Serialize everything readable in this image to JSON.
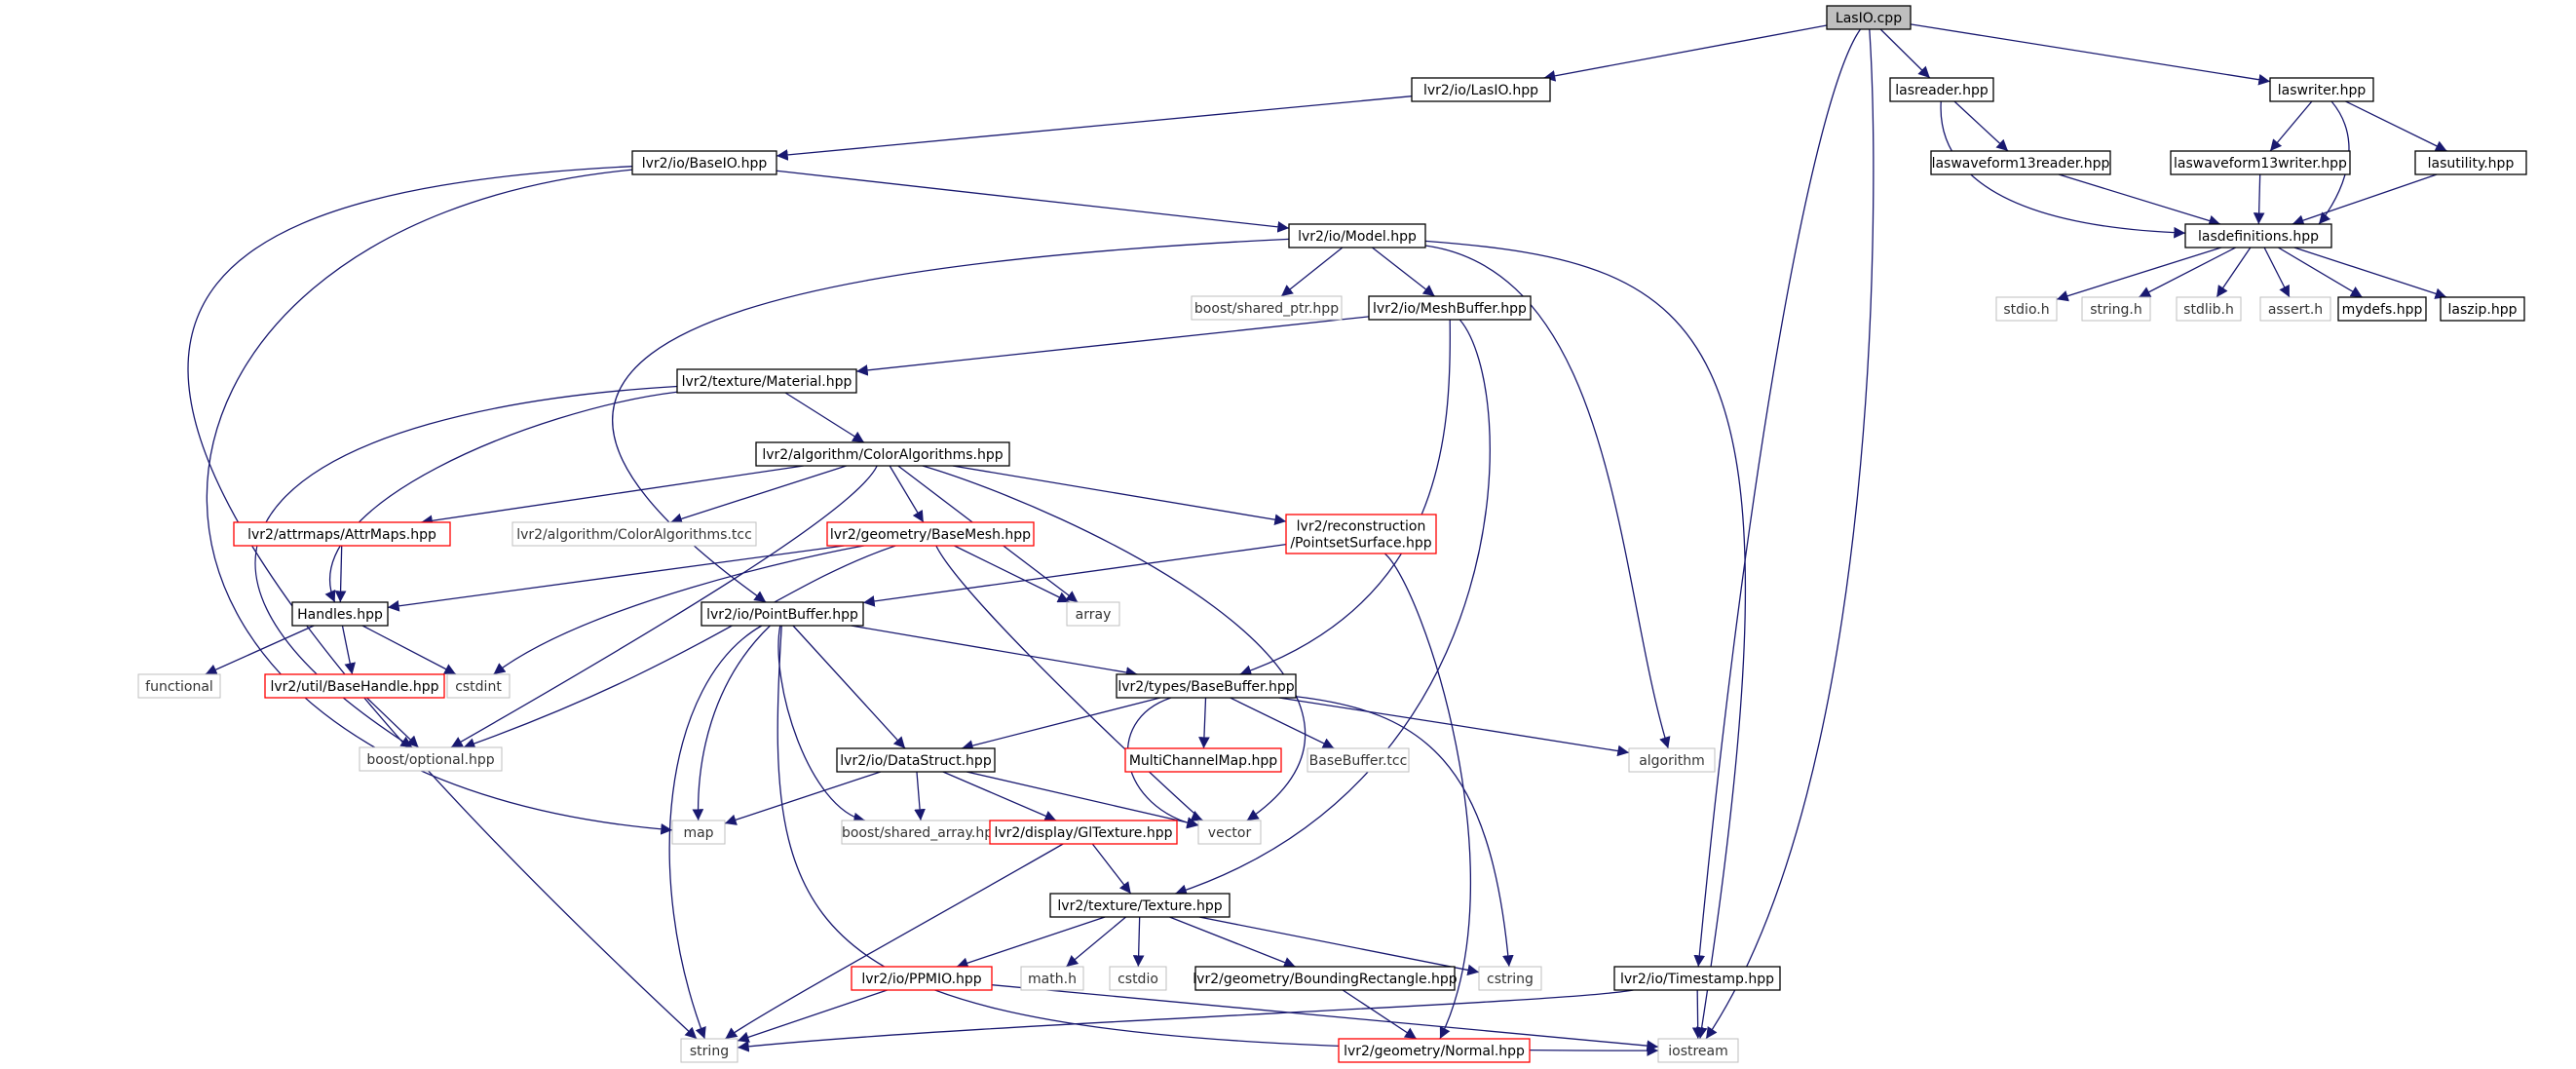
{
  "colors": {
    "edge": "#191970",
    "root_fill": "#bfbfbf",
    "normal_stroke": "#000000",
    "missing_stroke": "#bfbfbf",
    "undocumented_stroke": "#ff0000",
    "background": "#ffffff"
  },
  "nodes": [
    {
      "id": "lasio_cpp",
      "label": "LasIO.cpp",
      "style": "root"
    },
    {
      "id": "lasio_hpp",
      "label": "lvr2/io/LasIO.hpp",
      "style": "normal"
    },
    {
      "id": "lasreader",
      "label": "lasreader.hpp",
      "style": "normal"
    },
    {
      "id": "laswriter",
      "label": "laswriter.hpp",
      "style": "normal"
    },
    {
      "id": "lasw13r",
      "label": "laswaveform13reader.hpp",
      "style": "normal"
    },
    {
      "id": "lasw13w",
      "label": "laswaveform13writer.hpp",
      "style": "normal"
    },
    {
      "id": "lasutility",
      "label": "lasutility.hpp",
      "style": "normal"
    },
    {
      "id": "lasdefs",
      "label": "lasdefinitions.hpp",
      "style": "normal"
    },
    {
      "id": "stdio_h",
      "label": "stdio.h",
      "style": "missing"
    },
    {
      "id": "string_h",
      "label": "string.h",
      "style": "missing"
    },
    {
      "id": "stdlib_h",
      "label": "stdlib.h",
      "style": "missing"
    },
    {
      "id": "assert_h",
      "label": "assert.h",
      "style": "missing"
    },
    {
      "id": "mydefs",
      "label": "mydefs.hpp",
      "style": "normal"
    },
    {
      "id": "laszip",
      "label": "laszip.hpp",
      "style": "normal"
    },
    {
      "id": "baseio",
      "label": "lvr2/io/BaseIO.hpp",
      "style": "normal"
    },
    {
      "id": "model",
      "label": "lvr2/io/Model.hpp",
      "style": "normal"
    },
    {
      "id": "shared_ptr",
      "label": "boost/shared_ptr.hpp",
      "style": "missing"
    },
    {
      "id": "meshbuffer",
      "label": "lvr2/io/MeshBuffer.hpp",
      "style": "normal"
    },
    {
      "id": "material",
      "label": "lvr2/texture/Material.hpp",
      "style": "normal"
    },
    {
      "id": "coloralg",
      "label": "lvr2/algorithm/ColorAlgorithms.hpp",
      "style": "normal"
    },
    {
      "id": "attrmaps",
      "label": "lvr2/attrmaps/AttrMaps.hpp",
      "style": "undocumented"
    },
    {
      "id": "coloralg_tcc",
      "label": "lvr2/algorithm/ColorAlgorithms.tcc",
      "style": "missing"
    },
    {
      "id": "basemesh",
      "label": "lvr2/geometry/BaseMesh.hpp",
      "style": "undocumented"
    },
    {
      "id": "pointset",
      "label": "lvr2/reconstruction\n/PointsetSurface.hpp",
      "style": "undocumented"
    },
    {
      "id": "handles",
      "label": "Handles.hpp",
      "style": "normal"
    },
    {
      "id": "pointbuffer",
      "label": "lvr2/io/PointBuffer.hpp",
      "style": "normal"
    },
    {
      "id": "array",
      "label": "array",
      "style": "missing"
    },
    {
      "id": "functional",
      "label": "functional",
      "style": "missing"
    },
    {
      "id": "basehandle",
      "label": "lvr2/util/BaseHandle.hpp",
      "style": "undocumented"
    },
    {
      "id": "cstdint",
      "label": "cstdint",
      "style": "missing"
    },
    {
      "id": "basebuffer",
      "label": "lvr2/types/BaseBuffer.hpp",
      "style": "normal"
    },
    {
      "id": "optional",
      "label": "boost/optional.hpp",
      "style": "missing"
    },
    {
      "id": "datastruct",
      "label": "lvr2/io/DataStruct.hpp",
      "style": "normal"
    },
    {
      "id": "multichan",
      "label": "MultiChannelMap.hpp",
      "style": "undocumented"
    },
    {
      "id": "basebuffer_tcc",
      "label": "BaseBuffer.tcc",
      "style": "missing"
    },
    {
      "id": "algorithm",
      "label": "algorithm",
      "style": "missing"
    },
    {
      "id": "map",
      "label": "map",
      "style": "missing"
    },
    {
      "id": "shared_array",
      "label": "boost/shared_array.hpp",
      "style": "missing"
    },
    {
      "id": "gltexture",
      "label": "lvr2/display/GlTexture.hpp",
      "style": "undocumented"
    },
    {
      "id": "vector",
      "label": "vector",
      "style": "missing"
    },
    {
      "id": "texture",
      "label": "lvr2/texture/Texture.hpp",
      "style": "normal"
    },
    {
      "id": "ppmio",
      "label": "lvr2/io/PPMIO.hpp",
      "style": "undocumented"
    },
    {
      "id": "math_h",
      "label": "math.h",
      "style": "missing"
    },
    {
      "id": "cstdio",
      "label": "cstdio",
      "style": "missing"
    },
    {
      "id": "boundingrect",
      "label": "lvr2/geometry/BoundingRectangle.hpp",
      "style": "normal"
    },
    {
      "id": "cstring",
      "label": "cstring",
      "style": "missing"
    },
    {
      "id": "timestamp",
      "label": "lvr2/io/Timestamp.hpp",
      "style": "normal"
    },
    {
      "id": "string",
      "label": "string",
      "style": "missing"
    },
    {
      "id": "iostream",
      "label": "iostream",
      "style": "missing"
    },
    {
      "id": "normal",
      "label": "lvr2/geometry/Normal.hpp",
      "style": "undocumented"
    }
  ],
  "edges": [
    [
      "lasio_cpp",
      "lasio_hpp"
    ],
    [
      "lasio_cpp",
      "lasreader"
    ],
    [
      "lasio_cpp",
      "laswriter"
    ],
    [
      "lasio_cpp",
      "timestamp"
    ],
    [
      "lasio_cpp",
      "iostream"
    ],
    [
      "lasreader",
      "lasw13r"
    ],
    [
      "lasreader",
      "lasdefs"
    ],
    [
      "laswriter",
      "lasw13w"
    ],
    [
      "laswriter",
      "lasutility"
    ],
    [
      "laswriter",
      "lasdefs"
    ],
    [
      "lasw13r",
      "lasdefs"
    ],
    [
      "lasw13w",
      "lasdefs"
    ],
    [
      "lasutility",
      "lasdefs"
    ],
    [
      "lasdefs",
      "stdio_h"
    ],
    [
      "lasdefs",
      "string_h"
    ],
    [
      "lasdefs",
      "stdlib_h"
    ],
    [
      "lasdefs",
      "assert_h"
    ],
    [
      "lasdefs",
      "mydefs"
    ],
    [
      "lasdefs",
      "laszip"
    ],
    [
      "lasio_hpp",
      "baseio"
    ],
    [
      "baseio",
      "model"
    ],
    [
      "baseio",
      "string"
    ],
    [
      "baseio",
      "map"
    ],
    [
      "model",
      "shared_ptr"
    ],
    [
      "model",
      "meshbuffer"
    ],
    [
      "model",
      "pointbuffer"
    ],
    [
      "model",
      "algorithm"
    ],
    [
      "model",
      "iostream"
    ],
    [
      "meshbuffer",
      "material"
    ],
    [
      "meshbuffer",
      "basebuffer"
    ],
    [
      "meshbuffer",
      "texture"
    ],
    [
      "material",
      "coloralg"
    ],
    [
      "material",
      "handles"
    ],
    [
      "material",
      "optional"
    ],
    [
      "coloralg",
      "attrmaps"
    ],
    [
      "coloralg",
      "coloralg_tcc"
    ],
    [
      "coloralg",
      "basemesh"
    ],
    [
      "coloralg",
      "pointset"
    ],
    [
      "coloralg",
      "array"
    ],
    [
      "coloralg",
      "vector"
    ],
    [
      "coloralg",
      "optional"
    ],
    [
      "attrmaps",
      "handles"
    ],
    [
      "basemesh",
      "handles"
    ],
    [
      "basemesh",
      "array"
    ],
    [
      "basemesh",
      "cstdint"
    ],
    [
      "basemesh",
      "optional"
    ],
    [
      "basemesh",
      "vector"
    ],
    [
      "pointset",
      "pointbuffer"
    ],
    [
      "pointset",
      "normal"
    ],
    [
      "handles",
      "functional"
    ],
    [
      "handles",
      "basehandle"
    ],
    [
      "handles",
      "cstdint"
    ],
    [
      "basehandle",
      "optional"
    ],
    [
      "pointbuffer",
      "basebuffer"
    ],
    [
      "pointbuffer",
      "datastruct"
    ],
    [
      "pointbuffer",
      "map"
    ],
    [
      "pointbuffer",
      "string"
    ],
    [
      "pointbuffer",
      "shared_array"
    ],
    [
      "pointbuffer",
      "iostream"
    ],
    [
      "basebuffer",
      "datastruct"
    ],
    [
      "basebuffer",
      "multichan"
    ],
    [
      "basebuffer",
      "basebuffer_tcc"
    ],
    [
      "basebuffer",
      "algorithm"
    ],
    [
      "basebuffer",
      "vector"
    ],
    [
      "basebuffer",
      "cstring"
    ],
    [
      "datastruct",
      "map"
    ],
    [
      "datastruct",
      "shared_array"
    ],
    [
      "datastruct",
      "gltexture"
    ],
    [
      "datastruct",
      "vector"
    ],
    [
      "gltexture",
      "texture"
    ],
    [
      "gltexture",
      "string"
    ],
    [
      "texture",
      "ppmio"
    ],
    [
      "texture",
      "math_h"
    ],
    [
      "texture",
      "cstdio"
    ],
    [
      "texture",
      "boundingrect"
    ],
    [
      "texture",
      "cstring"
    ],
    [
      "ppmio",
      "string"
    ],
    [
      "ppmio",
      "iostream"
    ],
    [
      "boundingrect",
      "normal"
    ],
    [
      "timestamp",
      "string"
    ],
    [
      "timestamp",
      "iostream"
    ]
  ]
}
